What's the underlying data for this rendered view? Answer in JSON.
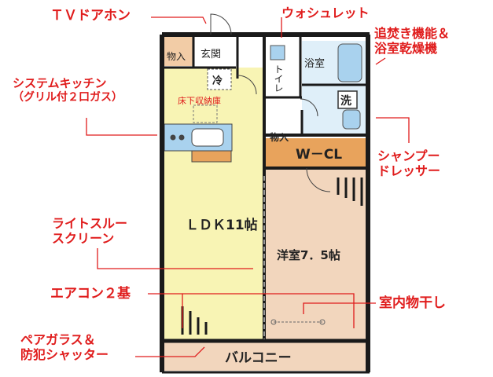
{
  "annotations": {
    "tv_door_phone": "ＴＶドアホン",
    "washlet": "ウォシュレット",
    "reheat_dryer": [
      "追焚き機能＆",
      "浴室乾燥機"
    ],
    "system_kitchen": [
      "システムキッチン",
      "（グリル付２口ガス）"
    ],
    "shampoo_dresser": [
      "シャンプー",
      "ドレッサー"
    ],
    "light_through_screen": [
      "ライトスルー",
      "スクリーン"
    ],
    "aircon": "エアコン２基",
    "indoor_drying": "室内物干し",
    "pair_glass_shutter": [
      "ペアガラス＆",
      "防犯シャッター"
    ]
  },
  "rooms": {
    "storage_entry": "物入",
    "entrance": "玄関",
    "toilet": "トイレ",
    "bathroom": "浴室",
    "laundry": "洗",
    "fridge": "冷",
    "underfloor_storage": "床下収納庫",
    "storage_mid": "物入",
    "wcl": "W－CL",
    "ldk": "ＬＤＫ11帖",
    "western_room": "洋室7．5帖",
    "balcony": "バルコニー"
  },
  "colors": {
    "ldk_floor": "#f8f4b4",
    "western_floor": "#f2d6bd",
    "wcl_floor": "#e8a35c",
    "balcony_floor": "#f2d6bd",
    "wet_area": "#dfeff9",
    "fixture_blue": "#a9d2ee",
    "annotation_red": "#e01c1c",
    "wall": "#1a1a1a"
  }
}
